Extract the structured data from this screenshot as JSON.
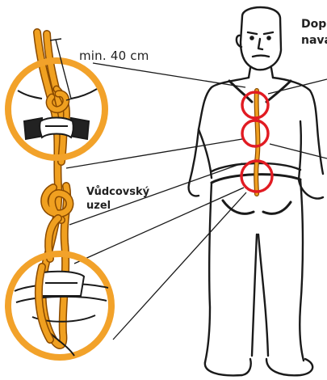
{
  "labels": {
    "min_length": "min. 40 cm",
    "knot_line1": "Vůdcovský",
    "knot_line2": "uzel",
    "top_right_line1": "Dop",
    "top_right_line2": "navá"
  },
  "colors": {
    "rope_orange": "#f0a020",
    "rope_outline": "#8a4a00",
    "circle_orange": "#f2a22a",
    "circle_red": "#e11b22",
    "line_black": "#1a1a1a"
  },
  "icons": {
    "person": "climber-figure-icon",
    "knot": "figure-eight-knot-icon",
    "buckle": "harness-buckle-icon"
  }
}
